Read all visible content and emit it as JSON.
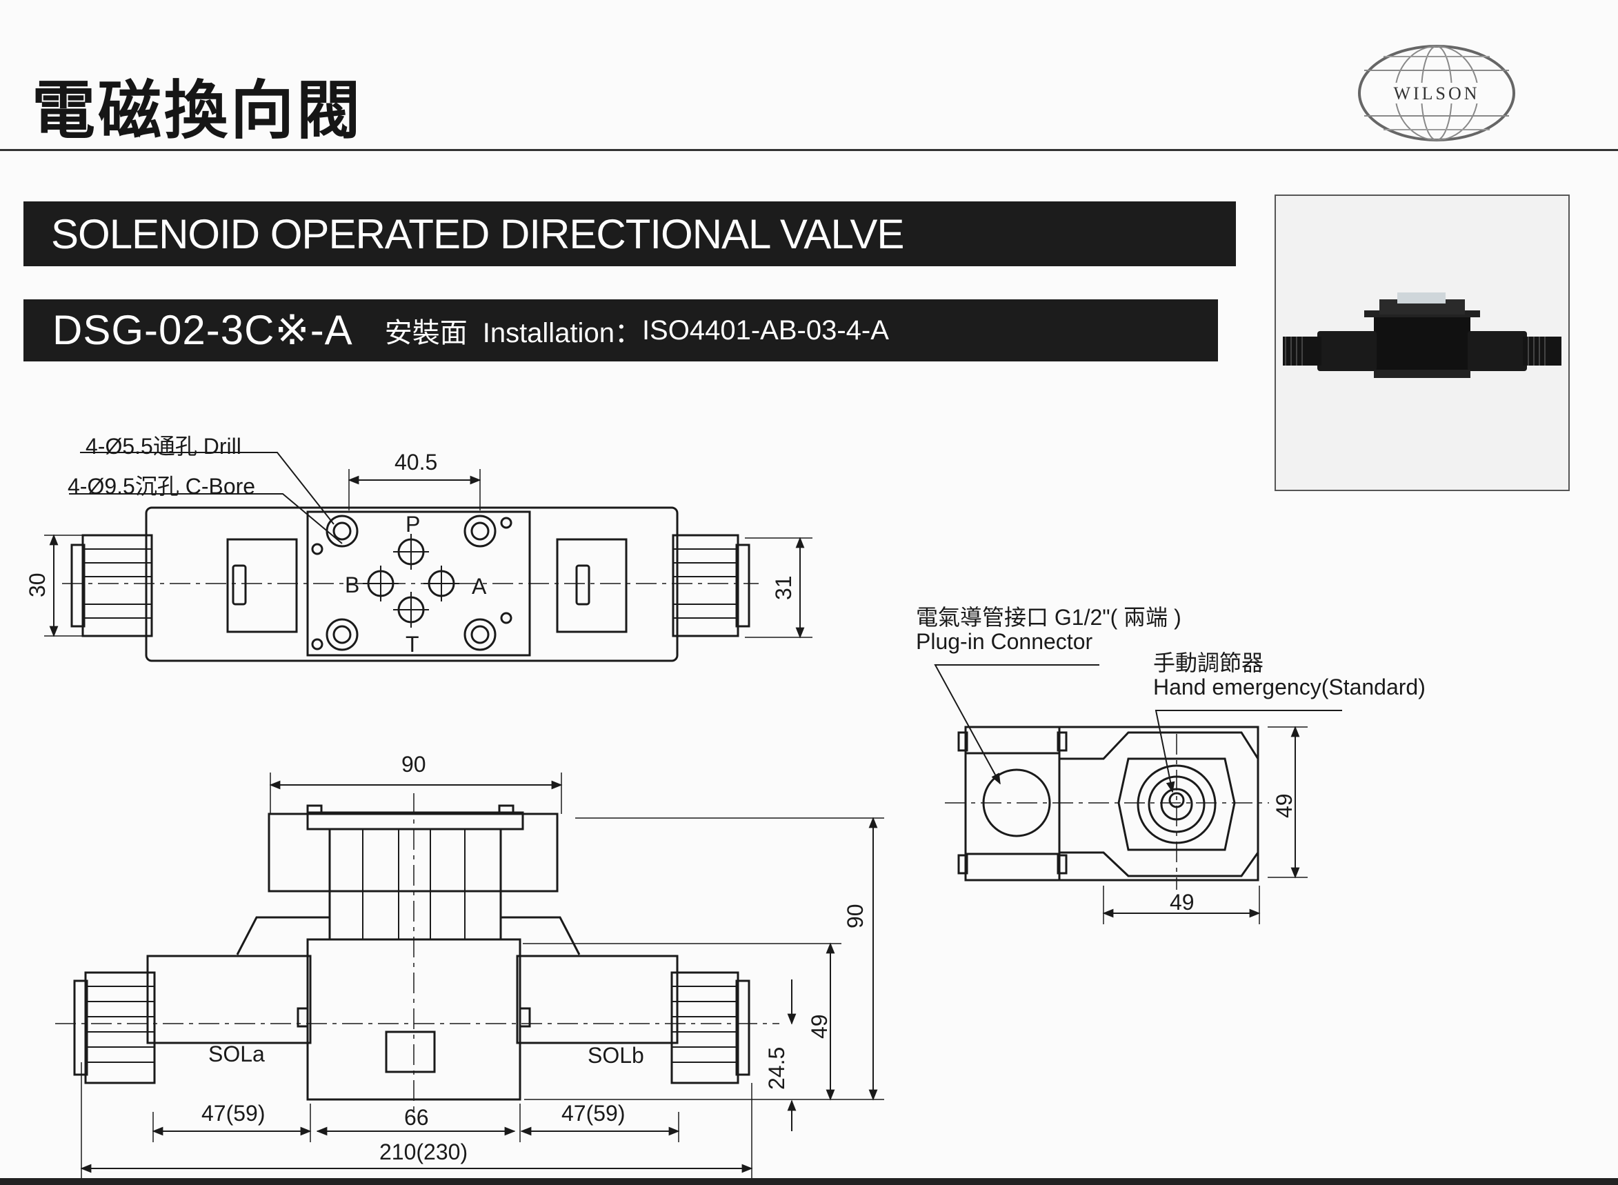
{
  "header": {
    "title": "電磁換向閥",
    "logo_text": "WILSON"
  },
  "bands": {
    "product_name": "SOLENOID OPERATED DIRECTIONAL VALVE",
    "model_code": "DSG-02-3C※-A",
    "install_label_zh": "安裝面",
    "install_label_en": "Installation：",
    "install_value": "ISO4401-AB-03-4-A"
  },
  "top_view": {
    "drill_label": "4-Ø5.5通孔  Drill",
    "cbore_label": "4-Ø9.5沉孔  C-Bore",
    "dim_port_spacing": "40.5",
    "dim_height_left": "30",
    "dim_height_right": "31",
    "port_p": "P",
    "port_a": "A",
    "port_b": "B",
    "port_t": "T"
  },
  "front_view": {
    "dim_top_width": "90",
    "dim_total_height": "90",
    "dim_coil_height": "49",
    "dim_center_height": "24.5",
    "dim_left_coil": "47(59)",
    "dim_body": "66",
    "dim_right_coil": "47(59)",
    "dim_total_length": "210(230)",
    "sol_a": "SOLa",
    "sol_b": "SOLb"
  },
  "side_view": {
    "connector_label_zh": "電氣導管接口 G1/2\"( 兩端 )",
    "connector_label_en": "Plug-in Connector",
    "manual_label_zh": "手動調節器",
    "manual_label_en": "Hand emergency(Standard)",
    "dim_height": "49",
    "dim_width": "49"
  },
  "colors": {
    "band_bg": "#1c1c1c",
    "ink": "#1a1a1a",
    "paper": "#fbfbfb"
  }
}
